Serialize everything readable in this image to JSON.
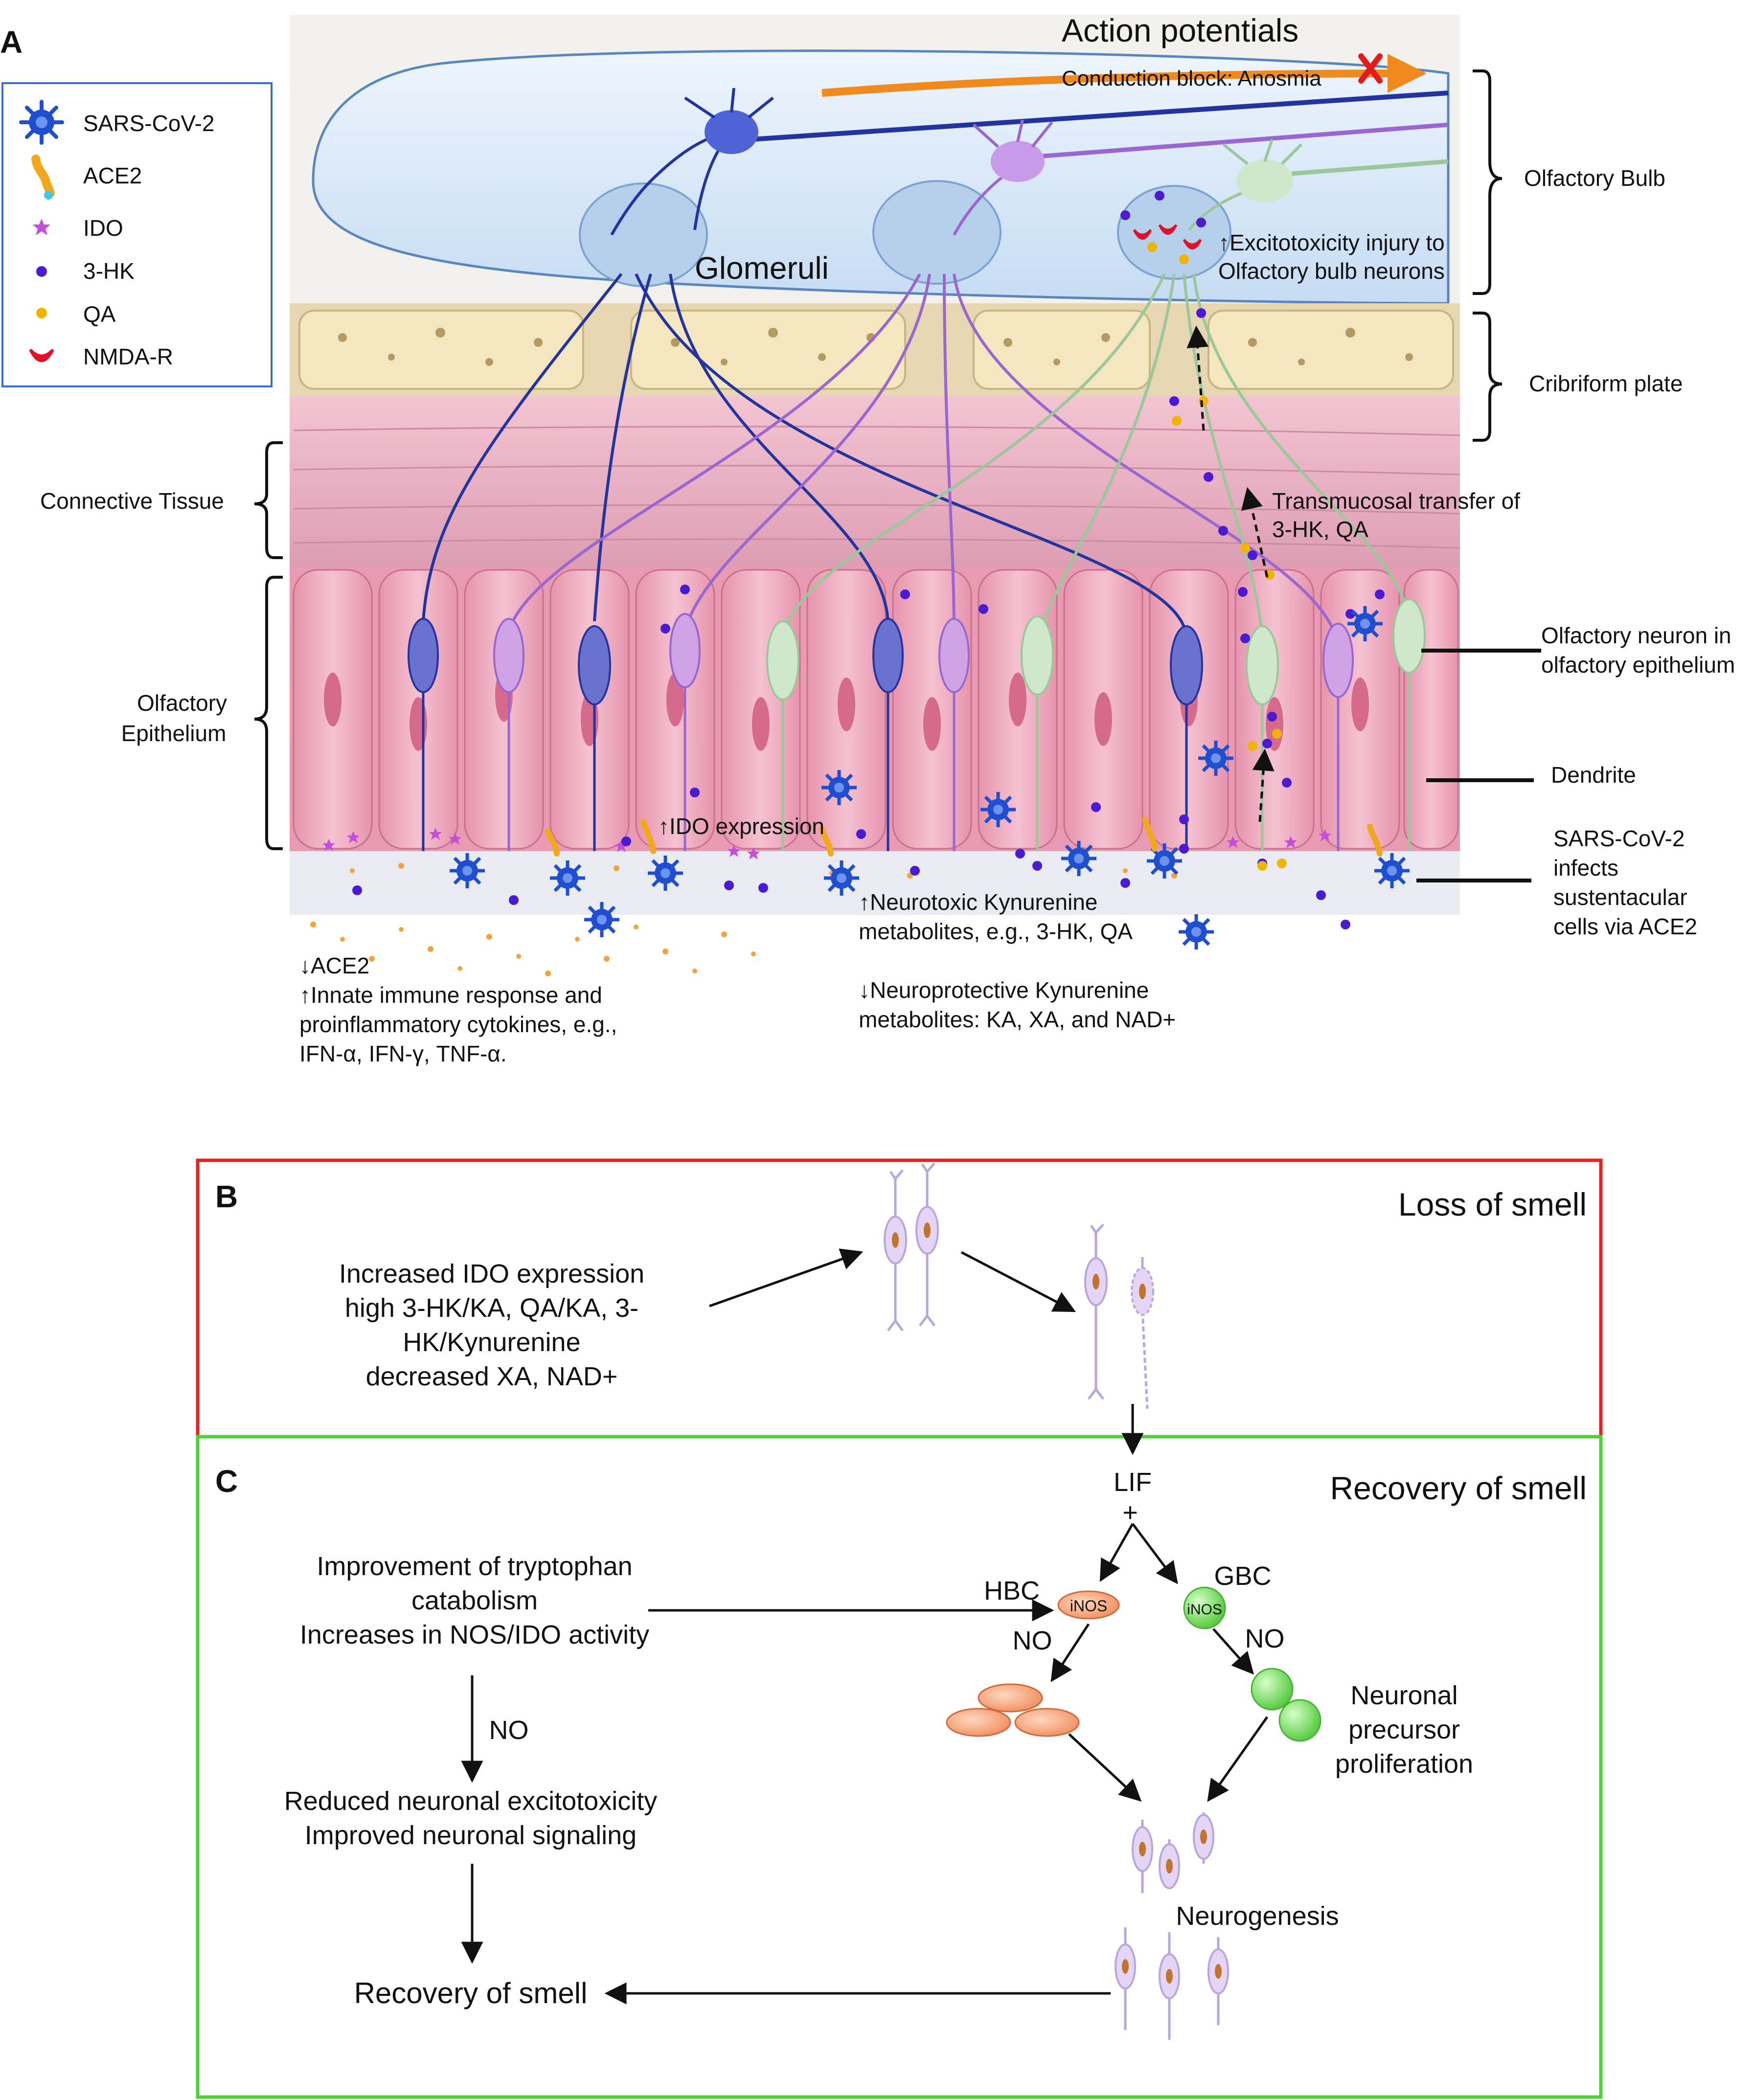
{
  "panel_a": {
    "letter": "A",
    "legend": [
      {
        "label": "SARS-CoV-2",
        "icon": "virus-icon",
        "color": "#1f4fcf"
      },
      {
        "label": "ACE2",
        "icon": "ace2-receptor-icon",
        "color": "#f2a81d"
      },
      {
        "label": "IDO",
        "icon": "star-icon",
        "color": "#c34fd8"
      },
      {
        "label": "3-HK",
        "icon": "dot-icon",
        "color": "#4a1bd0"
      },
      {
        "label": "QA",
        "icon": "dot-icon",
        "color": "#f0b400"
      },
      {
        "label": "NMDA-R",
        "icon": "crescent-icon",
        "color": "#e0112b"
      }
    ],
    "action_potentials": "Action potentials",
    "conduction_block": "Conduction block: Anosmia",
    "glomeruli": "Glomeruli",
    "excitotoxicity_line1": "↑Excitotoxicity injury to",
    "excitotoxicity_line2": "Olfactory bulb neurons",
    "olfactory_bulb": "Olfactory Bulb",
    "cribriform_plate": "Cribriform plate",
    "connective_tissue": "Connective Tissue",
    "transmucosal_line1": "Transmucosal transfer of",
    "transmucosal_line2": "3-HK, QA",
    "olfactory_epithelium_line1": "Olfactory",
    "olfactory_epithelium_line2": "Epithelium",
    "olfactory_neuron_line1": "Olfactory neuron in",
    "olfactory_neuron_line2": "olfactory epithelium",
    "dendrite": "Dendrite",
    "sars_infects_line1": "SARS-CoV-2",
    "sars_infects_line2": "infects",
    "sars_infects_line3": "sustentacular",
    "sars_infects_line4": "cells via ACE2",
    "ido_expression": "↑IDO expression",
    "neurotoxic_line1": "↑Neurotoxic Kynurenine",
    "neurotoxic_line2": "metabolites, e.g., 3-HK, QA",
    "neuroprotective_line1": "↓Neuroprotective Kynurenine",
    "neuroprotective_line2": "metabolites: KA, XA, and NAD+",
    "ace2_down": "↓ACE2",
    "innate_line1": "↑Innate immune response and",
    "innate_line2": "proinflammatory cytokines, e.g.,",
    "innate_line3": "IFN-α, IFN-γ, TNF-α."
  },
  "panel_b": {
    "letter": "B",
    "title": "Loss of smell",
    "border_color": "#e32424",
    "text_line1": "Increased IDO expression",
    "text_line2": "high 3-HK/KA, QA/KA, 3-",
    "text_line3": "HK/Kynurenine",
    "text_line4": "decreased XA, NAD+"
  },
  "panel_c": {
    "letter": "C",
    "title": "Recovery of smell",
    "border_color": "#4fcf3a",
    "lif": "LIF",
    "plus": "+",
    "hbc": "HBC",
    "gbc": "GBC",
    "inos_hbc": "iNOS",
    "inos_gbc": "iNOS",
    "no_left": "NO",
    "no_right": "NO",
    "no_mid": "NO",
    "tryptophan_line1": "Improvement of tryptophan",
    "tryptophan_line2": "catabolism",
    "tryptophan_line3": "Increases in NOS/IDO activity",
    "reduced_line1": "Reduced neuronal excitotoxicity",
    "reduced_line2": "Improved neuronal signaling",
    "recovery": "Recovery of smell",
    "precursor_line1": "Neuronal",
    "precursor_line2": "precursor",
    "precursor_line3": "proliferation",
    "neurogenesis": "Neurogenesis"
  }
}
